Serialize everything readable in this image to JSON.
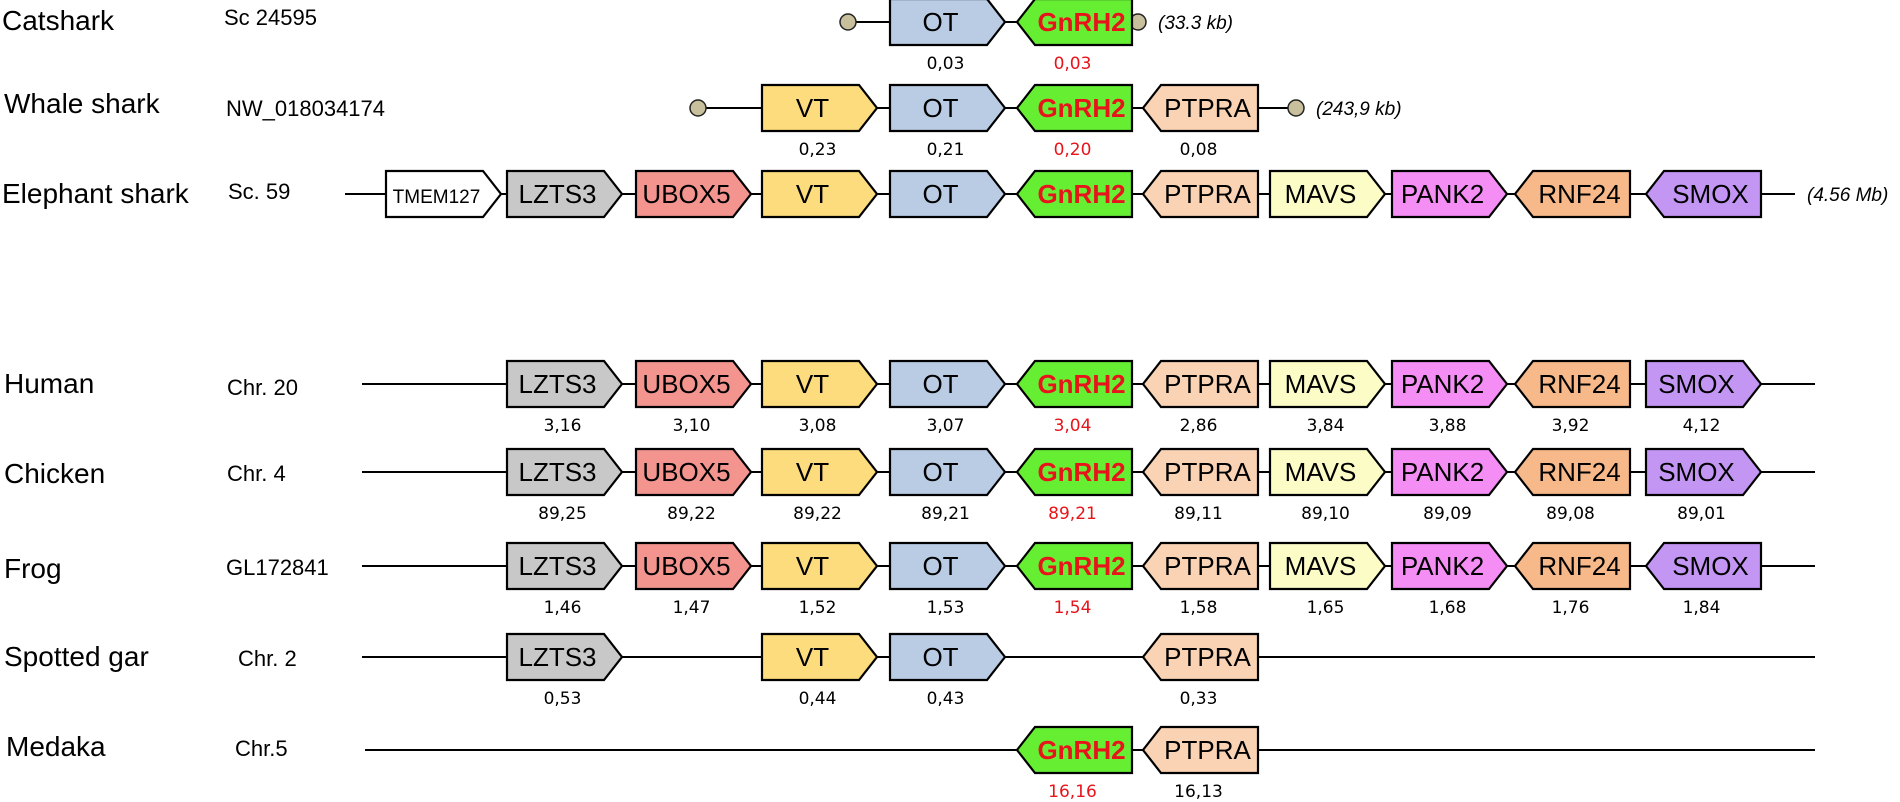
{
  "colors": {
    "TMEM127": "#ffffff",
    "LZTS3": "#c8c8c8",
    "UBOX5": "#f4948f",
    "VT": "#fcdc7c",
    "OT": "#b9cce4",
    "GnRH2": "#66ee33",
    "PTPRA": "#f9d3b4",
    "MAVS": "#fcfcc7",
    "PANK2": "#f48ef4",
    "RNF24": "#f7b98a",
    "SMOX": "#c496f4",
    "scaffold_end": "#c8bf9c",
    "highlight_text": "#e8141b"
  },
  "rows": [
    {
      "species": "Catshark",
      "locus": "Sc 24595",
      "size": "(33.3 kb)",
      "genes": [
        {
          "name": "OT",
          "dir": "right",
          "pos": "0,03"
        },
        {
          "name": "GnRH2",
          "dir": "left",
          "pos": "0,03"
        }
      ]
    },
    {
      "species": "Whale shark",
      "locus": "NW_018034174",
      "size": "(243,9 kb)",
      "genes": [
        {
          "name": "VT",
          "dir": "right",
          "pos": "0,23"
        },
        {
          "name": "OT",
          "dir": "right",
          "pos": "0,21"
        },
        {
          "name": "GnRH2",
          "dir": "left",
          "pos": "0,20"
        },
        {
          "name": "PTPRA",
          "dir": "left",
          "pos": "0,08"
        }
      ]
    },
    {
      "species": "Elephant shark",
      "locus": "Sc. 59",
      "size": "(4.56 Mb)",
      "genes": [
        {
          "name": "TMEM127",
          "dir": "right"
        },
        {
          "name": "LZTS3",
          "dir": "right"
        },
        {
          "name": "UBOX5",
          "dir": "right"
        },
        {
          "name": "VT",
          "dir": "right"
        },
        {
          "name": "OT",
          "dir": "right"
        },
        {
          "name": "GnRH2",
          "dir": "left"
        },
        {
          "name": "PTPRA",
          "dir": "left"
        },
        {
          "name": "MAVS",
          "dir": "right"
        },
        {
          "name": "PANK2",
          "dir": "right"
        },
        {
          "name": "RNF24",
          "dir": "left"
        },
        {
          "name": "SMOX",
          "dir": "left"
        }
      ]
    },
    {
      "species": "Human",
      "locus": "Chr. 20",
      "genes": [
        {
          "name": "LZTS3",
          "dir": "right",
          "pos": "3,16"
        },
        {
          "name": "UBOX5",
          "dir": "right",
          "pos": "3,10"
        },
        {
          "name": "VT",
          "dir": "right",
          "pos": "3,08"
        },
        {
          "name": "OT",
          "dir": "right",
          "pos": "3,07"
        },
        {
          "name": "GnRH2",
          "dir": "left",
          "pos": "3,04"
        },
        {
          "name": "PTPRA",
          "dir": "left",
          "pos": "2,86"
        },
        {
          "name": "MAVS",
          "dir": "right",
          "pos": "3,84"
        },
        {
          "name": "PANK2",
          "dir": "right",
          "pos": "3,88"
        },
        {
          "name": "RNF24",
          "dir": "left",
          "pos": "3,92"
        },
        {
          "name": "SMOX",
          "dir": "right",
          "pos": "4,12"
        }
      ]
    },
    {
      "species": "Chicken",
      "locus": "Chr. 4",
      "genes": [
        {
          "name": "LZTS3",
          "dir": "right",
          "pos": "89,25"
        },
        {
          "name": "UBOX5",
          "dir": "right",
          "pos": "89,22"
        },
        {
          "name": "VT",
          "dir": "right",
          "pos": "89,22"
        },
        {
          "name": "OT",
          "dir": "right",
          "pos": "89,21"
        },
        {
          "name": "GnRH2",
          "dir": "left",
          "pos": "89,21"
        },
        {
          "name": "PTPRA",
          "dir": "left",
          "pos": "89,11"
        },
        {
          "name": "MAVS",
          "dir": "right",
          "pos": "89,10"
        },
        {
          "name": "PANK2",
          "dir": "right",
          "pos": "89,09"
        },
        {
          "name": "RNF24",
          "dir": "left",
          "pos": "89,08"
        },
        {
          "name": "SMOX",
          "dir": "right",
          "pos": "89,01"
        }
      ]
    },
    {
      "species": "Frog",
      "locus": "GL172841",
      "genes": [
        {
          "name": "LZTS3",
          "dir": "right",
          "pos": "1,46"
        },
        {
          "name": "UBOX5",
          "dir": "right",
          "pos": "1,47"
        },
        {
          "name": "VT",
          "dir": "right",
          "pos": "1,52"
        },
        {
          "name": "OT",
          "dir": "right",
          "pos": "1,53"
        },
        {
          "name": "GnRH2",
          "dir": "left",
          "pos": "1,54"
        },
        {
          "name": "PTPRA",
          "dir": "left",
          "pos": "1,58"
        },
        {
          "name": "MAVS",
          "dir": "right",
          "pos": "1,65"
        },
        {
          "name": "PANK2",
          "dir": "right",
          "pos": "1,68"
        },
        {
          "name": "RNF24",
          "dir": "left",
          "pos": "1,76"
        },
        {
          "name": "SMOX",
          "dir": "left",
          "pos": "1,84"
        }
      ]
    },
    {
      "species": "Spotted gar",
      "locus": "Chr. 2",
      "genes": [
        {
          "name": "LZTS3",
          "dir": "right",
          "pos": "0,53"
        },
        {
          "name": "VT",
          "dir": "right",
          "pos": "0,44"
        },
        {
          "name": "OT",
          "dir": "right",
          "pos": "0,43"
        },
        {
          "name": "PTPRA",
          "dir": "left",
          "pos": "0,33"
        }
      ]
    },
    {
      "species": "Medaka",
      "locus": "Chr.5",
      "genes": [
        {
          "name": "GnRH2",
          "dir": "left",
          "pos": "16,16"
        },
        {
          "name": "PTPRA",
          "dir": "left",
          "pos": "16,13"
        }
      ]
    }
  ]
}
